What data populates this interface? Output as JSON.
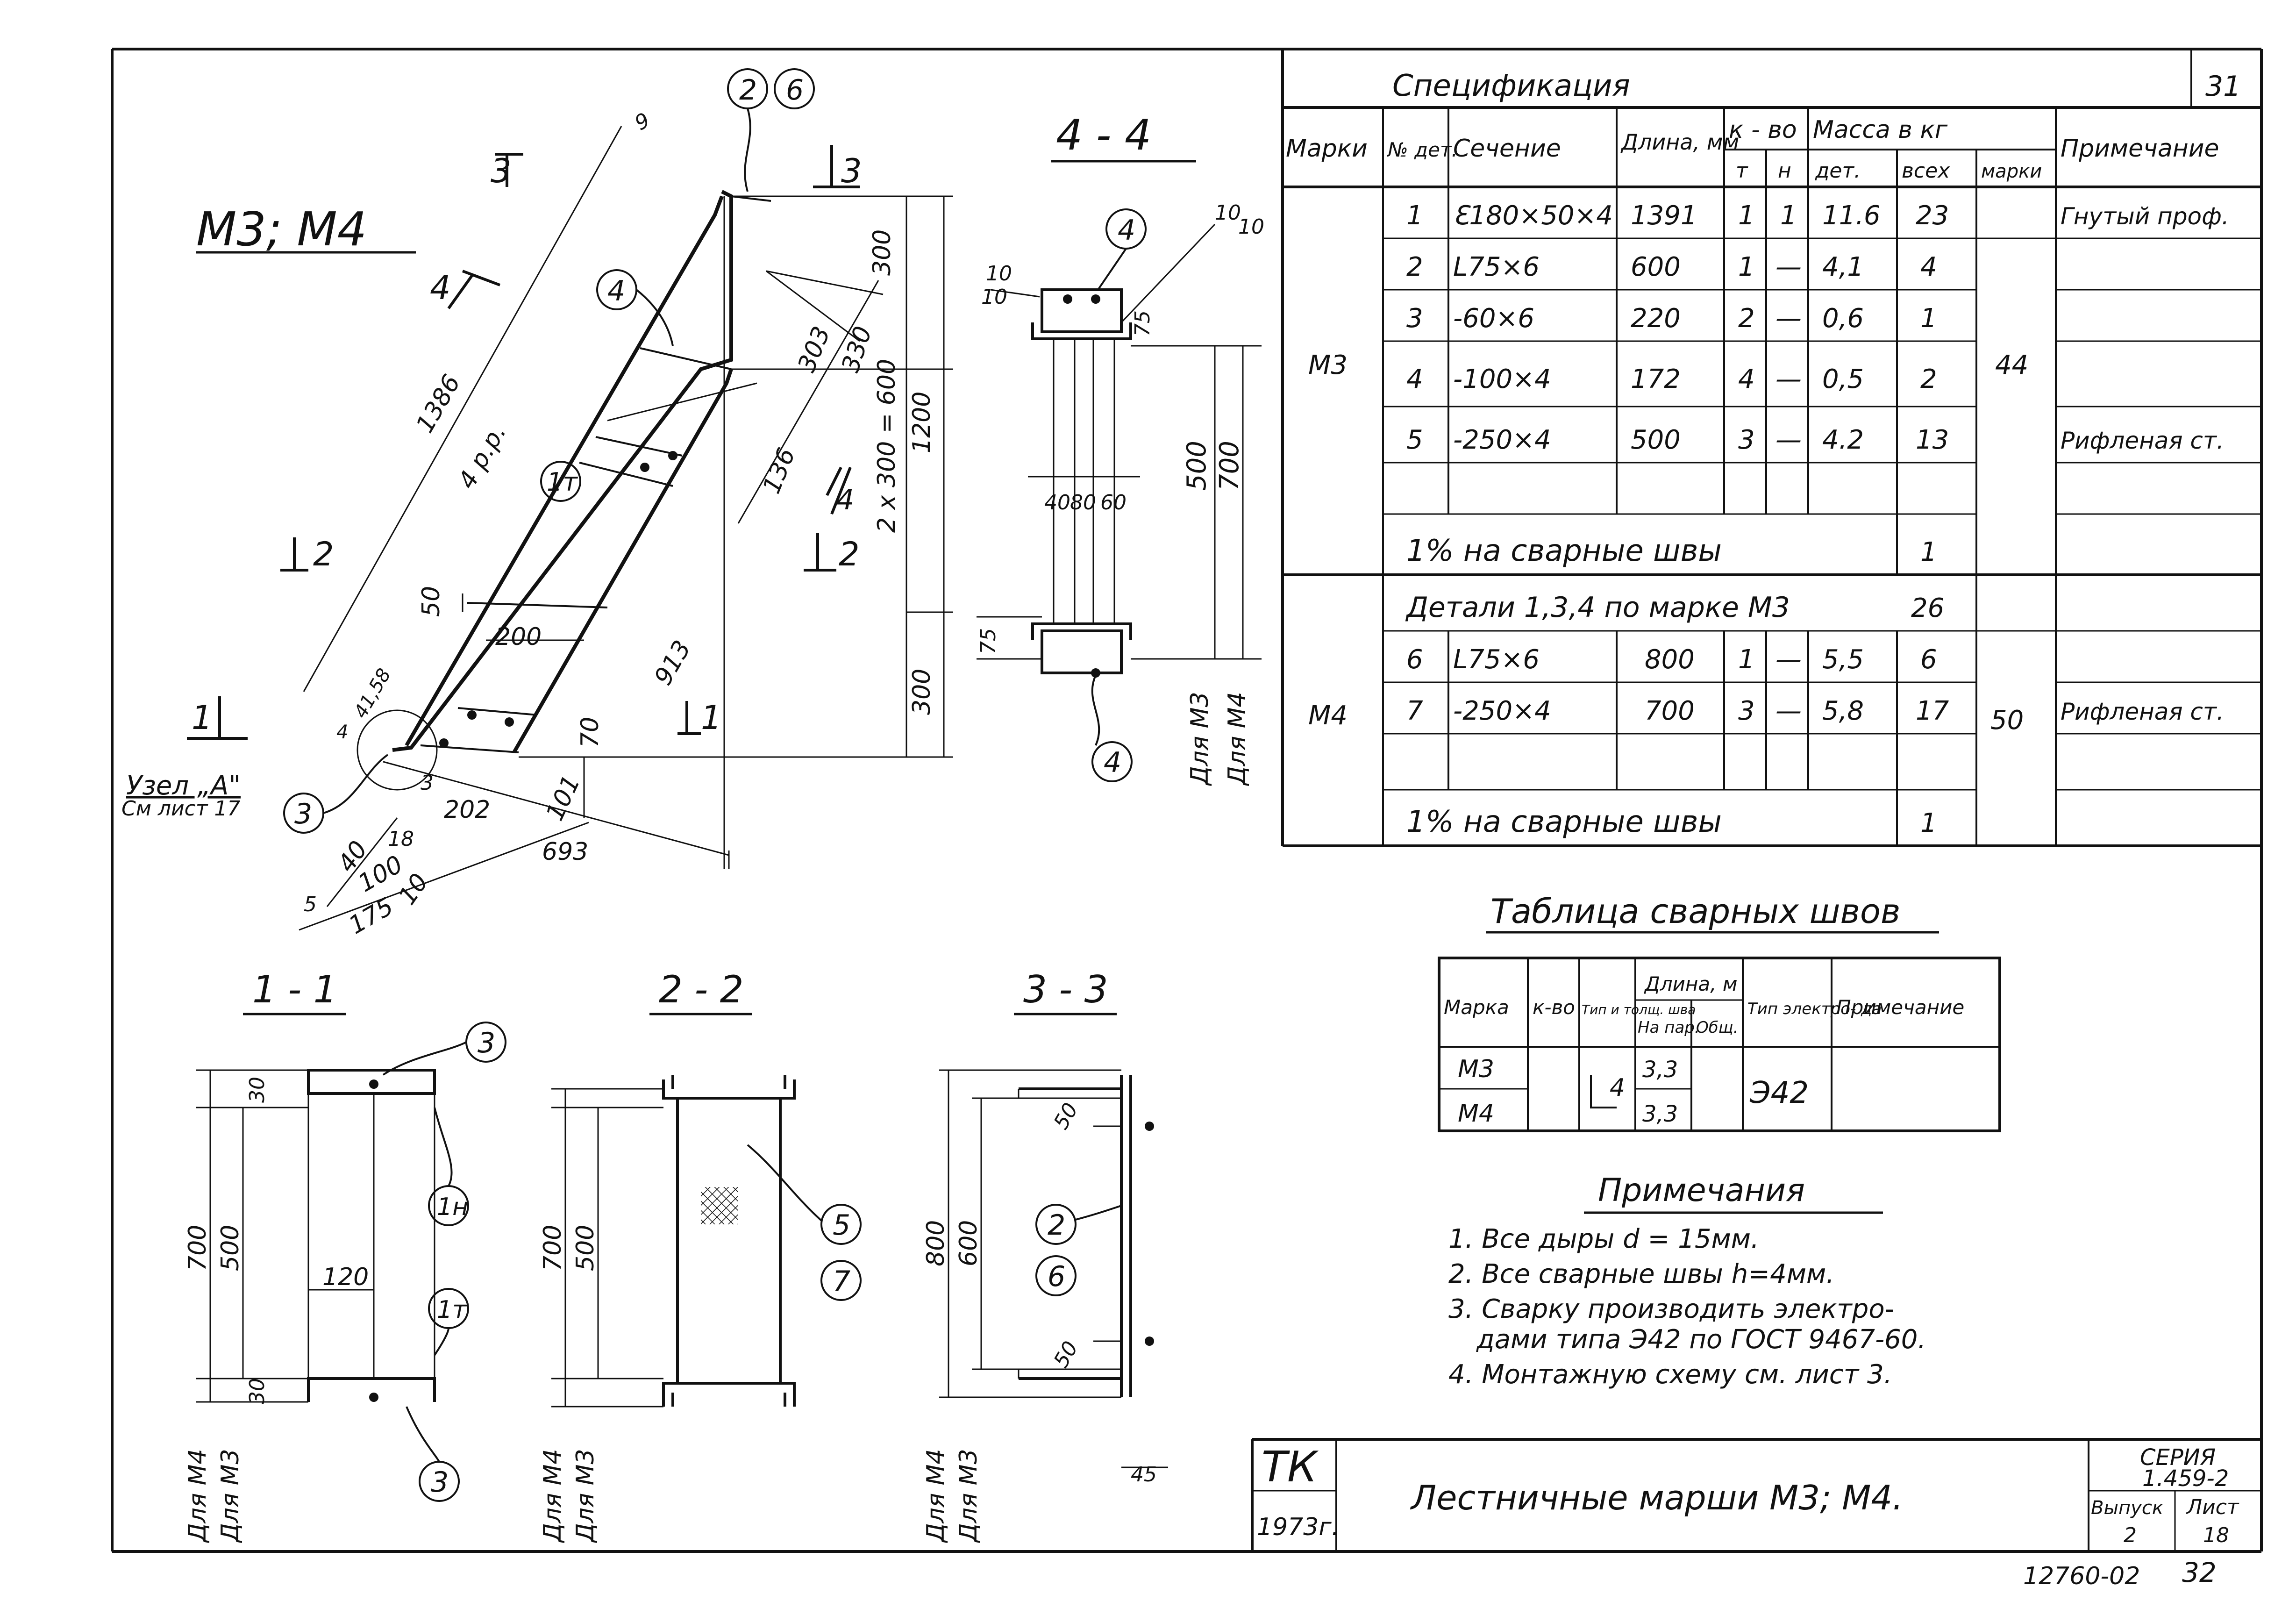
{
  "drawing": {
    "title": "М3; М4",
    "sheet_corner_number": "31",
    "section_labels": [
      "4 - 4",
      "1 - 1",
      "2 - 2",
      "3 - 3"
    ],
    "section_marks": {
      "left_top": "3",
      "left_mid": "2",
      "left_bot": "1",
      "upper_4": "4",
      "mid_4": "4",
      "top_3": "3",
      "mid_2": "2",
      "bot_1": "1"
    },
    "callouts": [
      "2",
      "6",
      "4",
      "1т",
      "3",
      "4",
      "3",
      "1н",
      "1т",
      "3",
      "5",
      "7",
      "2",
      "6",
      "4"
    ],
    "node_note_1": "Узел „А\"",
    "node_note_2": "См лист 17",
    "dims_main": [
      "1386",
      "4 р.р.",
      "300",
      "330",
      "303",
      "136",
      "1200",
      "2 x 300 = 600",
      "300",
      "200",
      "50",
      "913",
      "202",
      "101",
      "693",
      "70",
      "175",
      "100",
      "40",
      "10",
      "5",
      "18",
      "3",
      "41,58",
      "4",
      "9"
    ],
    "dims_4_4": [
      "10",
      "10",
      "10",
      "10",
      "75",
      "40",
      "80",
      "60",
      "500",
      "700",
      "75",
      "Для М3",
      "Для М4"
    ],
    "dims_1_1": [
      "30",
      "700",
      "500",
      "120",
      "30",
      "Для М4",
      "Для М3"
    ],
    "dims_2_2": [
      "700",
      "500",
      "Для М4",
      "Для М3"
    ],
    "dims_3_3": [
      "800",
      "600",
      "50",
      "50",
      "45",
      "Для М4",
      "Для М3"
    ]
  },
  "spec": {
    "title": "Спецификация",
    "headers": {
      "mark": "Марки",
      "det_no": "№ дет.",
      "section": "Сечение",
      "length": "Длина, мм",
      "qty": "к - во",
      "qty_t": "т",
      "qty_n": "н",
      "mass": "Масса в кг",
      "mass_det": "дет.",
      "mass_all": "всех",
      "mass_mark": "марки",
      "note": "Примечание"
    },
    "m3": {
      "mark": "М3",
      "mass_mark": "44",
      "rows": [
        {
          "no": "1",
          "section": "Ɛ180×50×4",
          "length": "1391",
          "t": "1",
          "n": "1",
          "det": "11.6",
          "all": "23",
          "note": "Гнутый проф."
        },
        {
          "no": "2",
          "section": "L75×6",
          "length": "600",
          "t": "1",
          "n": "—",
          "det": "4,1",
          "all": "4",
          "note": ""
        },
        {
          "no": "3",
          "section": "-60×6",
          "length": "220",
          "t": "2",
          "n": "—",
          "det": "0,6",
          "all": "1",
          "note": ""
        },
        {
          "no": "4",
          "section": "-100×4",
          "length": "172",
          "t": "4",
          "n": "—",
          "det": "0,5",
          "all": "2",
          "note": ""
        },
        {
          "no": "5",
          "section": "-250×4",
          "length": "500",
          "t": "3",
          "n": "—",
          "det": "4.2",
          "all": "13",
          "note": "Рифленая ст."
        }
      ],
      "weld_text": "1% на сварные швы",
      "weld_value": "1"
    },
    "m4": {
      "mark": "М4",
      "mass_mark": "50",
      "details_text": "Детали 1,3,4 по марке М3",
      "details_value": "26",
      "rows": [
        {
          "no": "6",
          "section": "L75×6",
          "length": "800",
          "t": "1",
          "n": "—",
          "det": "5,5",
          "all": "6",
          "note": ""
        },
        {
          "no": "7",
          "section": "-250×4",
          "length": "700",
          "t": "3",
          "n": "—",
          "det": "5,8",
          "all": "17",
          "note": "Рифленая ст."
        }
      ],
      "weld_text": "1% на сварные швы",
      "weld_value": "1"
    }
  },
  "weld_table": {
    "title": "Таблица сварных швов",
    "headers": {
      "mark": "Марка",
      "qty": "к-во",
      "type": "Тип и толщ. шва",
      "length": "Длина, м",
      "len_sub_1": "На пар.",
      "len_sub_2": "Общ.",
      "electrode": "Тип электро- да",
      "note": "Примечание"
    },
    "rows": [
      {
        "mark": "М3",
        "len": "3,3"
      },
      {
        "mark": "М4",
        "len": "3,3"
      }
    ],
    "type_value": "4",
    "electrode_value": "Э42"
  },
  "notes": {
    "title": "Примечания",
    "items": [
      "1. Все дыры d = 15мм.",
      "2. Все сварные швы h=4мм.",
      "3. Сварку производить электро-",
      "дами типа Э42 по ГОСТ 9467-60.",
      "4. Монтажную схему см. лист 3."
    ]
  },
  "title_block": {
    "org": "ТК",
    "year": "1973г.",
    "name": "Лестничные марши М3; М4.",
    "series_label": "СЕРИЯ",
    "series_value": "1.459-2",
    "issue_label": "Выпуск",
    "issue_value": "2",
    "sheet_label": "Лист",
    "sheet_value": "18"
  },
  "bottom": {
    "inv": "12760-02",
    "page": "32"
  }
}
